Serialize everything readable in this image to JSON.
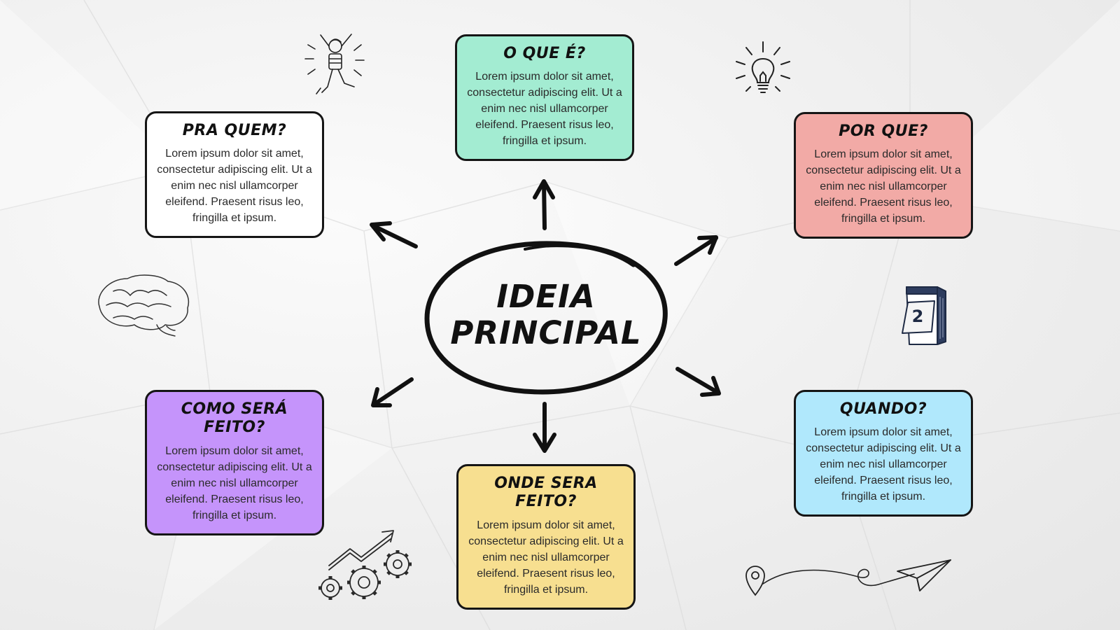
{
  "center": {
    "line1": "IDEIA",
    "line2": "PRINCIPAL"
  },
  "boxes": {
    "o_que": {
      "title": "O QUE É?",
      "body": "Lorem ipsum dolor sit amet, consectetur adipiscing elit. Ut a enim nec nisl ullamcorper eleifend. Praesent risus leo, fringilla et ipsum.",
      "color": "#a3ecd2"
    },
    "pra_quem": {
      "title": "PRA QUEM?",
      "body": "Lorem ipsum dolor sit amet, consectetur adipiscing elit. Ut a enim nec nisl ullamcorper eleifend. Praesent risus leo, fringilla et ipsum.",
      "color": "#ffffff"
    },
    "por_que": {
      "title": "POR QUE?",
      "body": "Lorem ipsum dolor sit amet, consectetur adipiscing elit. Ut a enim nec nisl ullamcorper eleifend. Praesent risus leo, fringilla et ipsum.",
      "color": "#f2aaa6"
    },
    "como": {
      "title": "COMO SERÁ FEITO?",
      "body": "Lorem ipsum dolor sit amet, consectetur adipiscing elit. Ut a enim nec nisl ullamcorper eleifend. Praesent risus leo, fringilla et ipsum.",
      "color": "#c594fb"
    },
    "onde": {
      "title": "ONDE SERA FEITO?",
      "body": "Lorem ipsum dolor sit amet, consectetur adipiscing elit. Ut a enim nec nisl ullamcorper eleifend. Praesent risus leo, fringilla et ipsum.",
      "color": "#f7df90"
    },
    "quando": {
      "title": "QUANDO?",
      "body": "Lorem ipsum dolor sit amet, consectetur adipiscing elit. Ut a enim nec nisl ullamcorper eleifend. Praesent risus leo, fringilla et ipsum.",
      "color": "#b0e8fc"
    }
  },
  "calendar": {
    "number": "2"
  },
  "icons": [
    "jumping-person-icon",
    "light-bulb-icon",
    "brain-icon",
    "calendar-icon",
    "growth-gears-icon",
    "map-pin-icon",
    "paper-plane-icon"
  ]
}
